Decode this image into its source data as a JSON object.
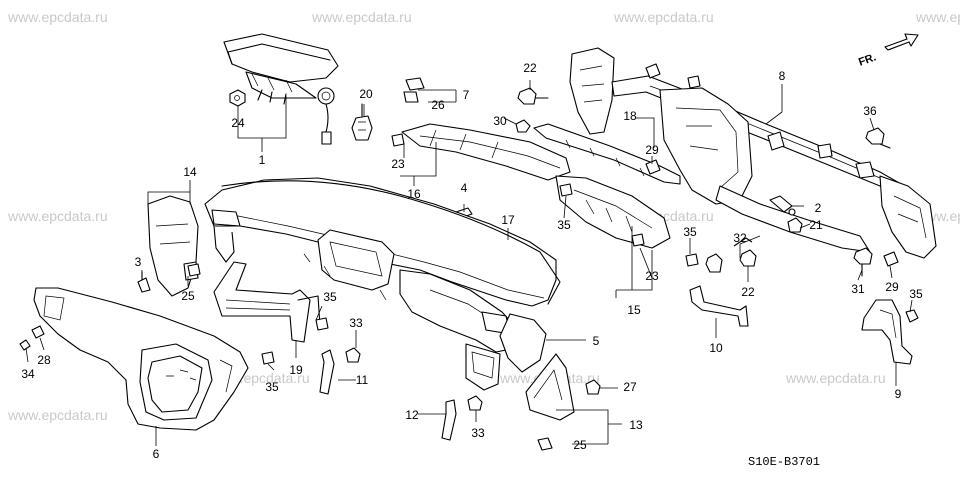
{
  "watermark": "www.epcdata.ru",
  "diagram_code": "S10E-B3701",
  "direction_label": "FR.",
  "callouts": [
    "1",
    "2",
    "3",
    "4",
    "5",
    "6",
    "7",
    "8",
    "9",
    "10",
    "11",
    "12",
    "13",
    "14",
    "15",
    "16",
    "17",
    "18",
    "19",
    "20",
    "21",
    "22",
    "22",
    "23",
    "23",
    "24",
    "25",
    "25",
    "26",
    "27",
    "28",
    "29",
    "29",
    "30",
    "31",
    "32",
    "33",
    "33",
    "34",
    "35",
    "35",
    "35",
    "35",
    "35",
    "36"
  ],
  "icons": [
    "direction-arrow-icon"
  ]
}
